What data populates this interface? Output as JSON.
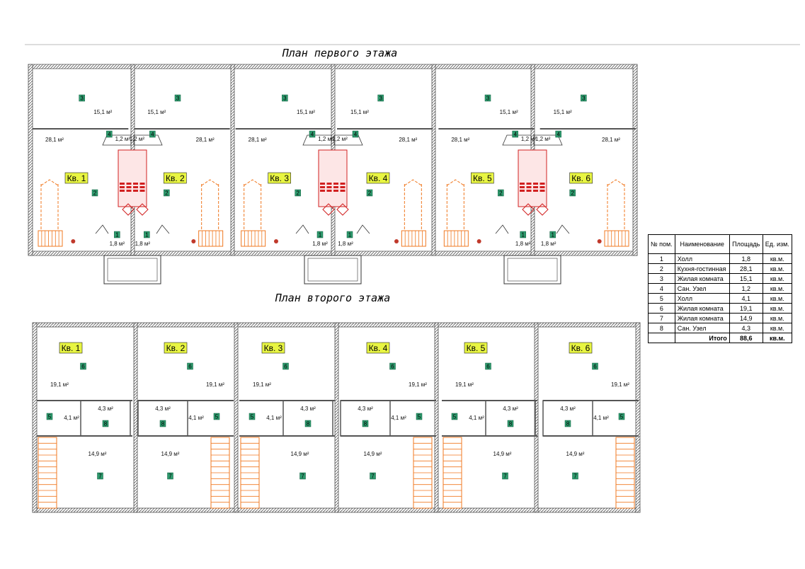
{
  "titles": {
    "floor1": "План первого этажа",
    "floor2": "План второго этажа"
  },
  "apartments": [
    "Кв. 1",
    "Кв. 2",
    "Кв. 3",
    "Кв. 4",
    "Кв. 5",
    "Кв. 6"
  ],
  "floor1_areas": {
    "kitchen": "28,1 м²",
    "bedroom": "15,1 м²",
    "bath": "1,2 м²",
    "hall": "1,8 м²"
  },
  "floor2_areas": {
    "bedroom_big": "19,1 м²",
    "hall": "4,1 м²",
    "bath": "4,3 м²",
    "bedroom_small": "14,9 м²"
  },
  "legend": {
    "headers": [
      "№ пом.",
      "Наименование",
      "Площадь",
      "Ед. изм."
    ],
    "rows": [
      {
        "num": "1",
        "name": "Холл",
        "area": "1,8",
        "unit": "кв.м."
      },
      {
        "num": "2",
        "name": "Кухня-гостинная",
        "area": "28,1",
        "unit": "кв.м."
      },
      {
        "num": "3",
        "name": "Жилая комната",
        "area": "15,1",
        "unit": "кв.м."
      },
      {
        "num": "4",
        "name": "Сан. Узел",
        "area": "1,2",
        "unit": "кв.м."
      },
      {
        "num": "5",
        "name": "Холл",
        "area": "4,1",
        "unit": "кв.м."
      },
      {
        "num": "6",
        "name": "Жилая комната",
        "area": "19,1",
        "unit": "кв.м."
      },
      {
        "num": "7",
        "name": "Жилая комната",
        "area": "14,9",
        "unit": "кв.м."
      },
      {
        "num": "8",
        "name": "Сан. Узел",
        "area": "4,3",
        "unit": "кв.м."
      }
    ],
    "total_label": "Итого",
    "total_area": "88,6",
    "total_unit": "кв.м."
  },
  "colors": {
    "wall": "#555555",
    "apartment_label": "#e8f542",
    "room_marker": "#2e9b6e",
    "stairs": "#f07820",
    "chimney": "#d12020"
  }
}
